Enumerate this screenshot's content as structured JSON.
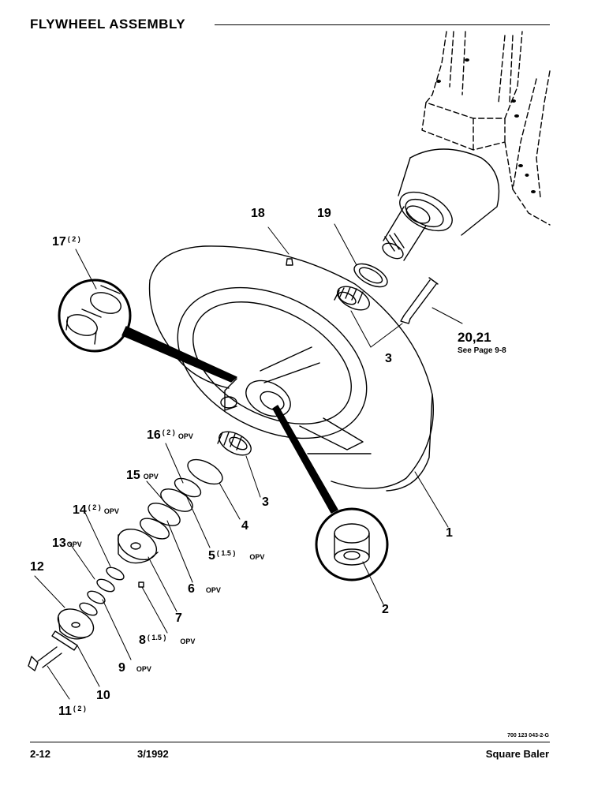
{
  "title": "FLYWHEEL ASSEMBLY",
  "callouts": [
    {
      "id": "c1",
      "number": "1",
      "qty": "",
      "opv": ""
    },
    {
      "id": "c2",
      "number": "2",
      "qty": "",
      "opv": ""
    },
    {
      "id": "c3a",
      "number": "3",
      "qty": "",
      "opv": ""
    },
    {
      "id": "c3b",
      "number": "3",
      "qty": "",
      "opv": ""
    },
    {
      "id": "c4",
      "number": "4",
      "qty": "",
      "opv": ""
    },
    {
      "id": "c5",
      "number": "5",
      "qty": "( 1.5 )",
      "opv": "OPV"
    },
    {
      "id": "c6",
      "number": "6",
      "qty": "",
      "opv": "OPV"
    },
    {
      "id": "c7",
      "number": "7",
      "qty": "",
      "opv": ""
    },
    {
      "id": "c8",
      "number": "8",
      "qty": "( 1.5 )",
      "opv": "OPV"
    },
    {
      "id": "c9",
      "number": "9",
      "qty": "",
      "opv": "OPV"
    },
    {
      "id": "c10",
      "number": "10",
      "qty": "",
      "opv": ""
    },
    {
      "id": "c11",
      "number": "11",
      "qty": "( 2 )",
      "opv": ""
    },
    {
      "id": "c12",
      "number": "12",
      "qty": "",
      "opv": ""
    },
    {
      "id": "c13",
      "number": "13",
      "qty": "",
      "opv": "OPV"
    },
    {
      "id": "c14",
      "number": "14",
      "qty": "( 2 )",
      "opv": "OPV"
    },
    {
      "id": "c15",
      "number": "15",
      "qty": "",
      "opv": "OPV"
    },
    {
      "id": "c16",
      "number": "16",
      "qty": "( 2 )",
      "opv": "OPV"
    },
    {
      "id": "c17",
      "number": "17",
      "qty": "( 2 )",
      "opv": ""
    },
    {
      "id": "c18",
      "number": "18",
      "qty": "",
      "opv": ""
    },
    {
      "id": "c19",
      "number": "19",
      "qty": "",
      "opv": ""
    },
    {
      "id": "c20",
      "number": "20,21",
      "qty": "",
      "opv": ""
    }
  ],
  "note_20_21": "See Page 9-8",
  "footer": {
    "drawing_number": "700 123 043-2-G",
    "page": "2-12",
    "date": "3/1992",
    "product": "Square Baler"
  }
}
